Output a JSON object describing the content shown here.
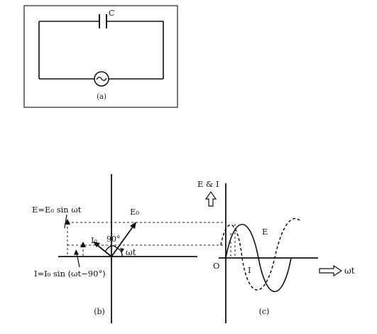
{
  "circuit": {
    "capacitor_label": "C",
    "caption": "(a)",
    "source_symbol": "~"
  },
  "phasor": {
    "e_equation": "E=E₀ sin ωt",
    "e0_label": "E₀",
    "i0_label": "I₀",
    "angle_90": "90°",
    "wt_label": "ωt",
    "i_equation": "I=I₀ sin (ωt−90°)",
    "caption": "(b)"
  },
  "waveform": {
    "axis_label": "E & I",
    "origin_label": "O",
    "e_curve_label": "E",
    "i_curve_label": "I",
    "x_axis_label": "ωt",
    "caption": "(c)"
  }
}
